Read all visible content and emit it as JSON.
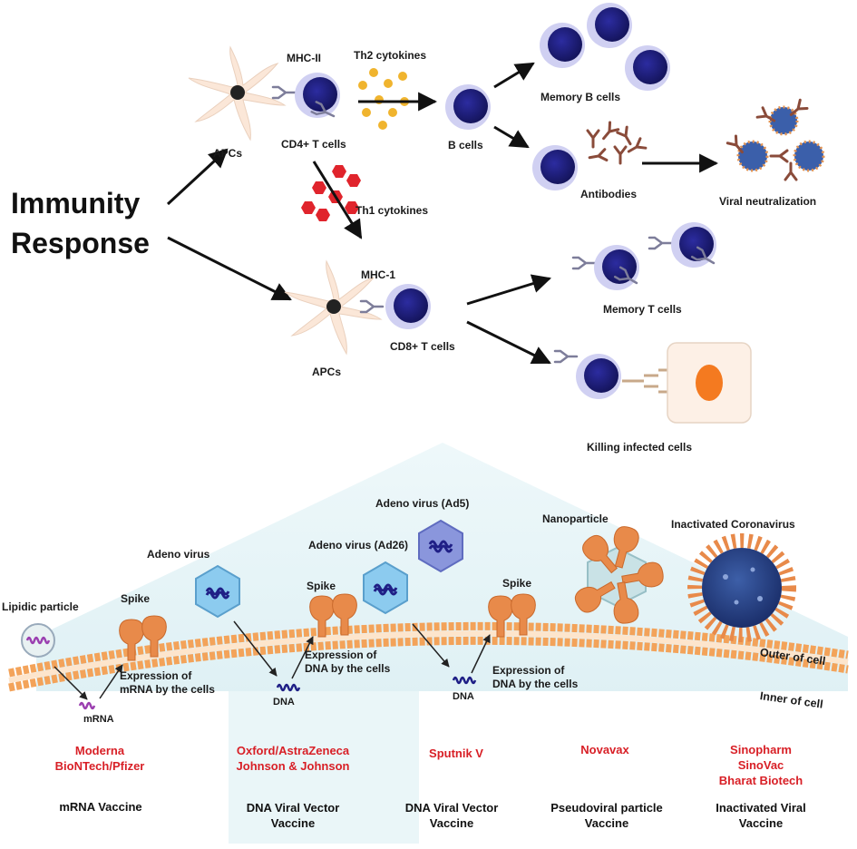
{
  "title": [
    "Immunity",
    "Response"
  ],
  "immune": {
    "apc_top": "APCs",
    "apc_bottom": "APCs",
    "mhc2": "MHC-II",
    "mhc1": "MHC-1",
    "cd4": "CD4+ T cells",
    "cd8": "CD8+ T cells",
    "th2": "Th2 cytokines",
    "th1": "Th1 cytokines",
    "b_cells": "B cells",
    "memory_b": "Memory B cells",
    "antibodies": "Antibodies",
    "viral_neutralization": "Viral neutralization",
    "memory_t": "Memory T cells",
    "killing": "Killing infected cells"
  },
  "vaccine": {
    "lipidic_particle": "Lipidic particle",
    "adeno_virus": "Adeno virus",
    "adeno_ad26": "Adeno virus (Ad26)",
    "adeno_ad5": "Adeno virus (Ad5)",
    "nanoparticle": "Nanoparticle",
    "inactivated_coronavirus": "Inactivated Coronavirus",
    "spike_1": "Spike",
    "spike_2": "Spike",
    "spike_3": "Spike",
    "mrna": "mRNA",
    "dna_1": "DNA",
    "dna_2": "DNA",
    "expr_mrna": [
      "Expression of",
      "mRNA by the cells"
    ],
    "expr_dna_1": [
      "Expression of",
      "DNA by the cells"
    ],
    "expr_dna_2": [
      "Expression of",
      "DNA by the cells"
    ],
    "outer": "Outer of cell",
    "inner": "Inner of cell",
    "companies": [
      [
        "Moderna",
        "BioNTech/Pfizer"
      ],
      [
        "Oxford/AstraZeneca",
        "Johnson & Johnson"
      ],
      [
        "Sputnik V"
      ],
      [
        "Novavax"
      ],
      [
        "Sinopharm",
        "SinoVac",
        "Bharat Biotech"
      ]
    ],
    "types": [
      [
        "mRNA Vaccine"
      ],
      [
        "DNA Viral Vector",
        "Vaccine"
      ],
      [
        "DNA Viral Vector",
        "Vaccine"
      ],
      [
        "Pseudoviral particle",
        "Vaccine"
      ],
      [
        "Inactivated Viral",
        "Vaccine"
      ]
    ]
  },
  "colors": {
    "cell_dark": "#1f1f86",
    "cell_halo": "#c9c9f0",
    "th2_dot": "#f0b42e",
    "th1_hex": "#e0242c",
    "spike": "#e88a4a",
    "membrane": "#f3a35a",
    "roof": "#dff0f3",
    "company_red": "#d81f26",
    "infected_nucleus": "#f47a20"
  }
}
